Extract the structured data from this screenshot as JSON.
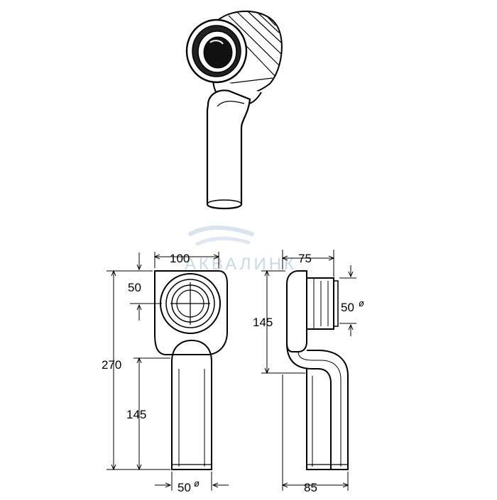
{
  "watermark": {
    "text": "АКВАЛИНК",
    "color": "#9fb9cf"
  },
  "front_view": {
    "width_top": "100",
    "offset_top": "50",
    "total_height": "270",
    "lower_height": "145",
    "outlet_dia": "50",
    "dia_symbol": "ø"
  },
  "side_view": {
    "depth_top": "75",
    "height": "145",
    "inlet_dia": "50",
    "dia_symbol": "ø",
    "depth_bottom": "85"
  },
  "colors": {
    "line": "#000000",
    "background": "#ffffff"
  }
}
